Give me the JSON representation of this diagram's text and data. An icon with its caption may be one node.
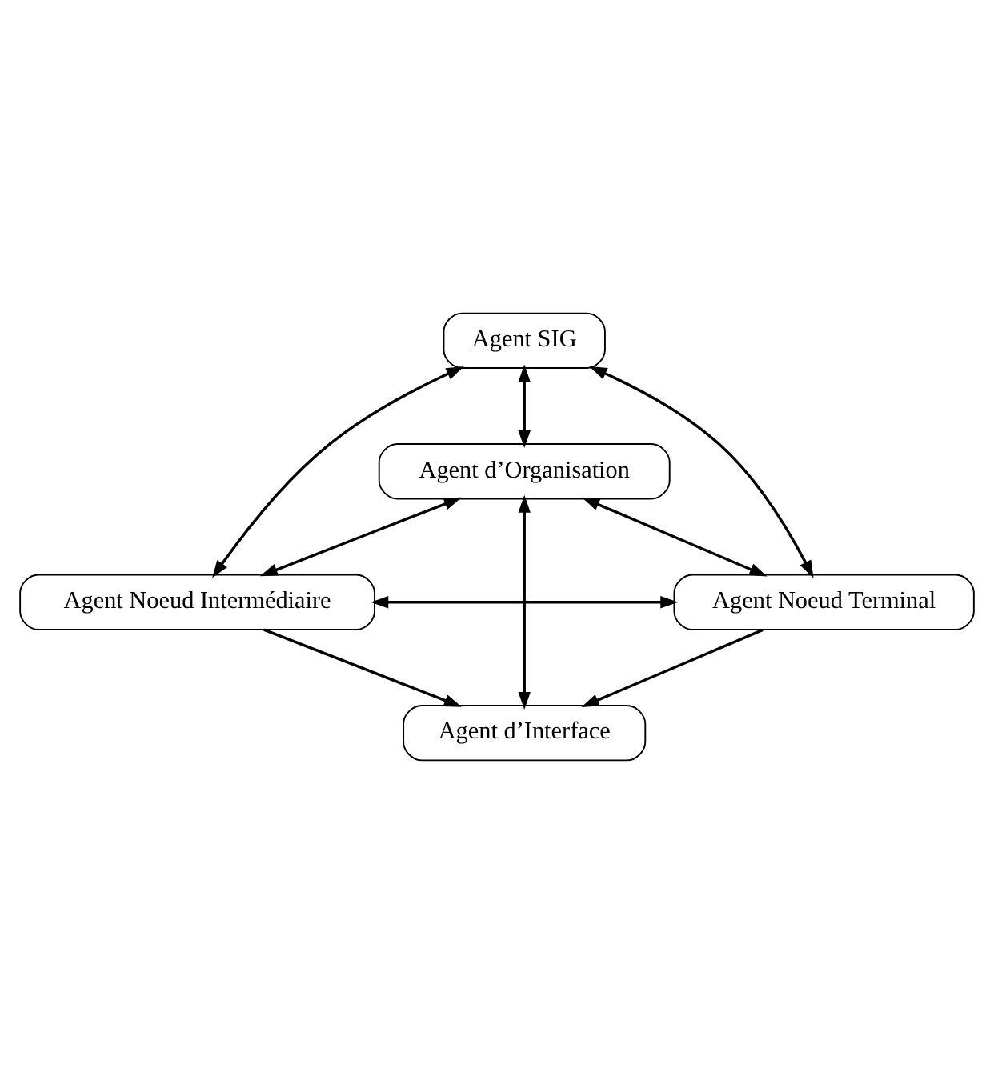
{
  "diagram": {
    "nodes": [
      {
        "text": [
          "Agent SIG"
        ]
      },
      {
        "text": [
          "Agent d’Organisation"
        ]
      },
      {
        "text": [
          "Agent Noeud Intermédiaire"
        ]
      },
      {
        "text": [
          "Agent Noeud Terminal"
        ]
      },
      {
        "text": [
          "Agent d’Interface"
        ]
      }
    ],
    "edges": [
      {
        "from": 0,
        "to": 1,
        "arrow": "both"
      },
      {
        "from": 0,
        "to": 2,
        "arrow": "both"
      },
      {
        "from": 0,
        "to": 3,
        "arrow": "both"
      },
      {
        "from": 1,
        "to": 2,
        "arrow": "both"
      },
      {
        "from": 1,
        "to": 3,
        "arrow": "both"
      },
      {
        "from": 1,
        "to": 4,
        "arrow": "both"
      },
      {
        "from": 2,
        "to": 4,
        "arrow": "to"
      },
      {
        "from": 3,
        "to": 4,
        "arrow": "to"
      },
      {
        "from": 2,
        "to": 3,
        "arrow": "both"
      }
    ]
  }
}
